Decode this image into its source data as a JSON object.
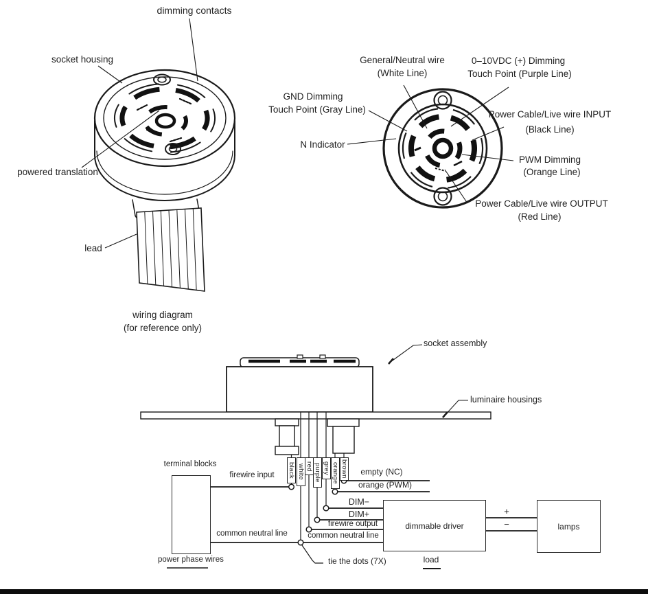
{
  "colors": {
    "ink": "#1f1f1f",
    "paper": "#ffffff"
  },
  "perspective_view": {
    "dimming_contacts": "dimming contacts",
    "socket_housing": "socket housing",
    "powered_translation": "powered translation",
    "lead": "lead",
    "caption_line1": "wiring diagram",
    "caption_line2": "(for reference only)"
  },
  "top_view": {
    "neutral_l1": "General/Neutral wire",
    "neutral_l2": "(White Line)",
    "vdc_l1": "0–10VDC (+) Dimming",
    "vdc_l2": "Touch Point (Purple Line)",
    "gnd_l1": "GND Dimming",
    "gnd_l2": "Touch Point (Gray Line)",
    "n_indicator": "N Indicator",
    "input_l1": "Power Cable/Live wire INPUT",
    "input_l2": "(Black Line)",
    "pwm_l1": "PWM Dimming",
    "pwm_l2": "(Orange Line)",
    "output_l1": "Power Cable/Live wire OUTPUT",
    "output_l2": "(Red Line)"
  },
  "assembly": {
    "socket_assembly": "socket assembly",
    "luminaire_housings": "luminaire housings"
  },
  "circuit": {
    "terminal_blocks": "terminal blocks",
    "firewire_input": "firewire input",
    "common_neutral_left": "common neutral line",
    "power_phase_wires": "power phase wires",
    "wires": [
      "black",
      "white",
      "red",
      "purple",
      "grey",
      "orange",
      "brown"
    ],
    "empty_nc": "empty (NC)",
    "orange_pwm": "orange (PWM)",
    "dim_minus": "DIM−",
    "dim_plus": "DIM+",
    "firewire_output": "firewire output",
    "common_neutral_right": "common neutral line",
    "dimmable_driver": "dimmable driver",
    "load": "load",
    "plus": "+",
    "minus": "−",
    "lamps": "lamps",
    "tie_the_dots": "tie the dots (7X)"
  }
}
